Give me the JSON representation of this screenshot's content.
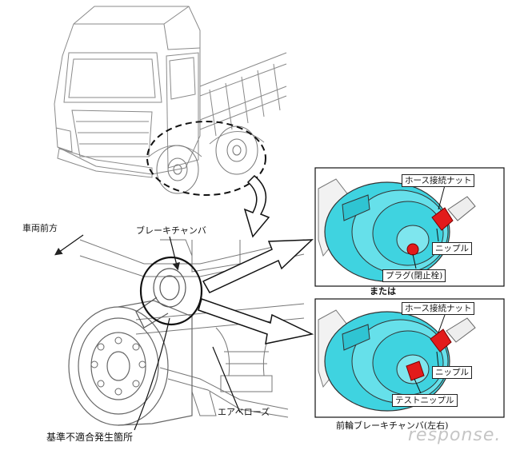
{
  "labels": {
    "vehicle_front": "車両前方",
    "brake_chamber": "ブレーキチャンバ",
    "non_conforming": "基準不適合発生箇所",
    "air_bellows": "エアベローズ",
    "front_brake_chamber": "前輪ブレーキチャンバ(左右)",
    "or": "または",
    "hose_nut_top": "ホース接続ナット",
    "nipple_top": "ニップル",
    "plug": "プラグ(閉止栓)",
    "hose_nut_bottom": "ホース接続ナット",
    "nipple_bottom": "ニップル",
    "test_nipple": "テストニップル"
  },
  "watermark": "response.",
  "colors": {
    "chamber_cyan": "#3fd3e0",
    "highlight_red": "#e21b1b",
    "line": "#222222",
    "sketch": "#8a8a8a"
  }
}
